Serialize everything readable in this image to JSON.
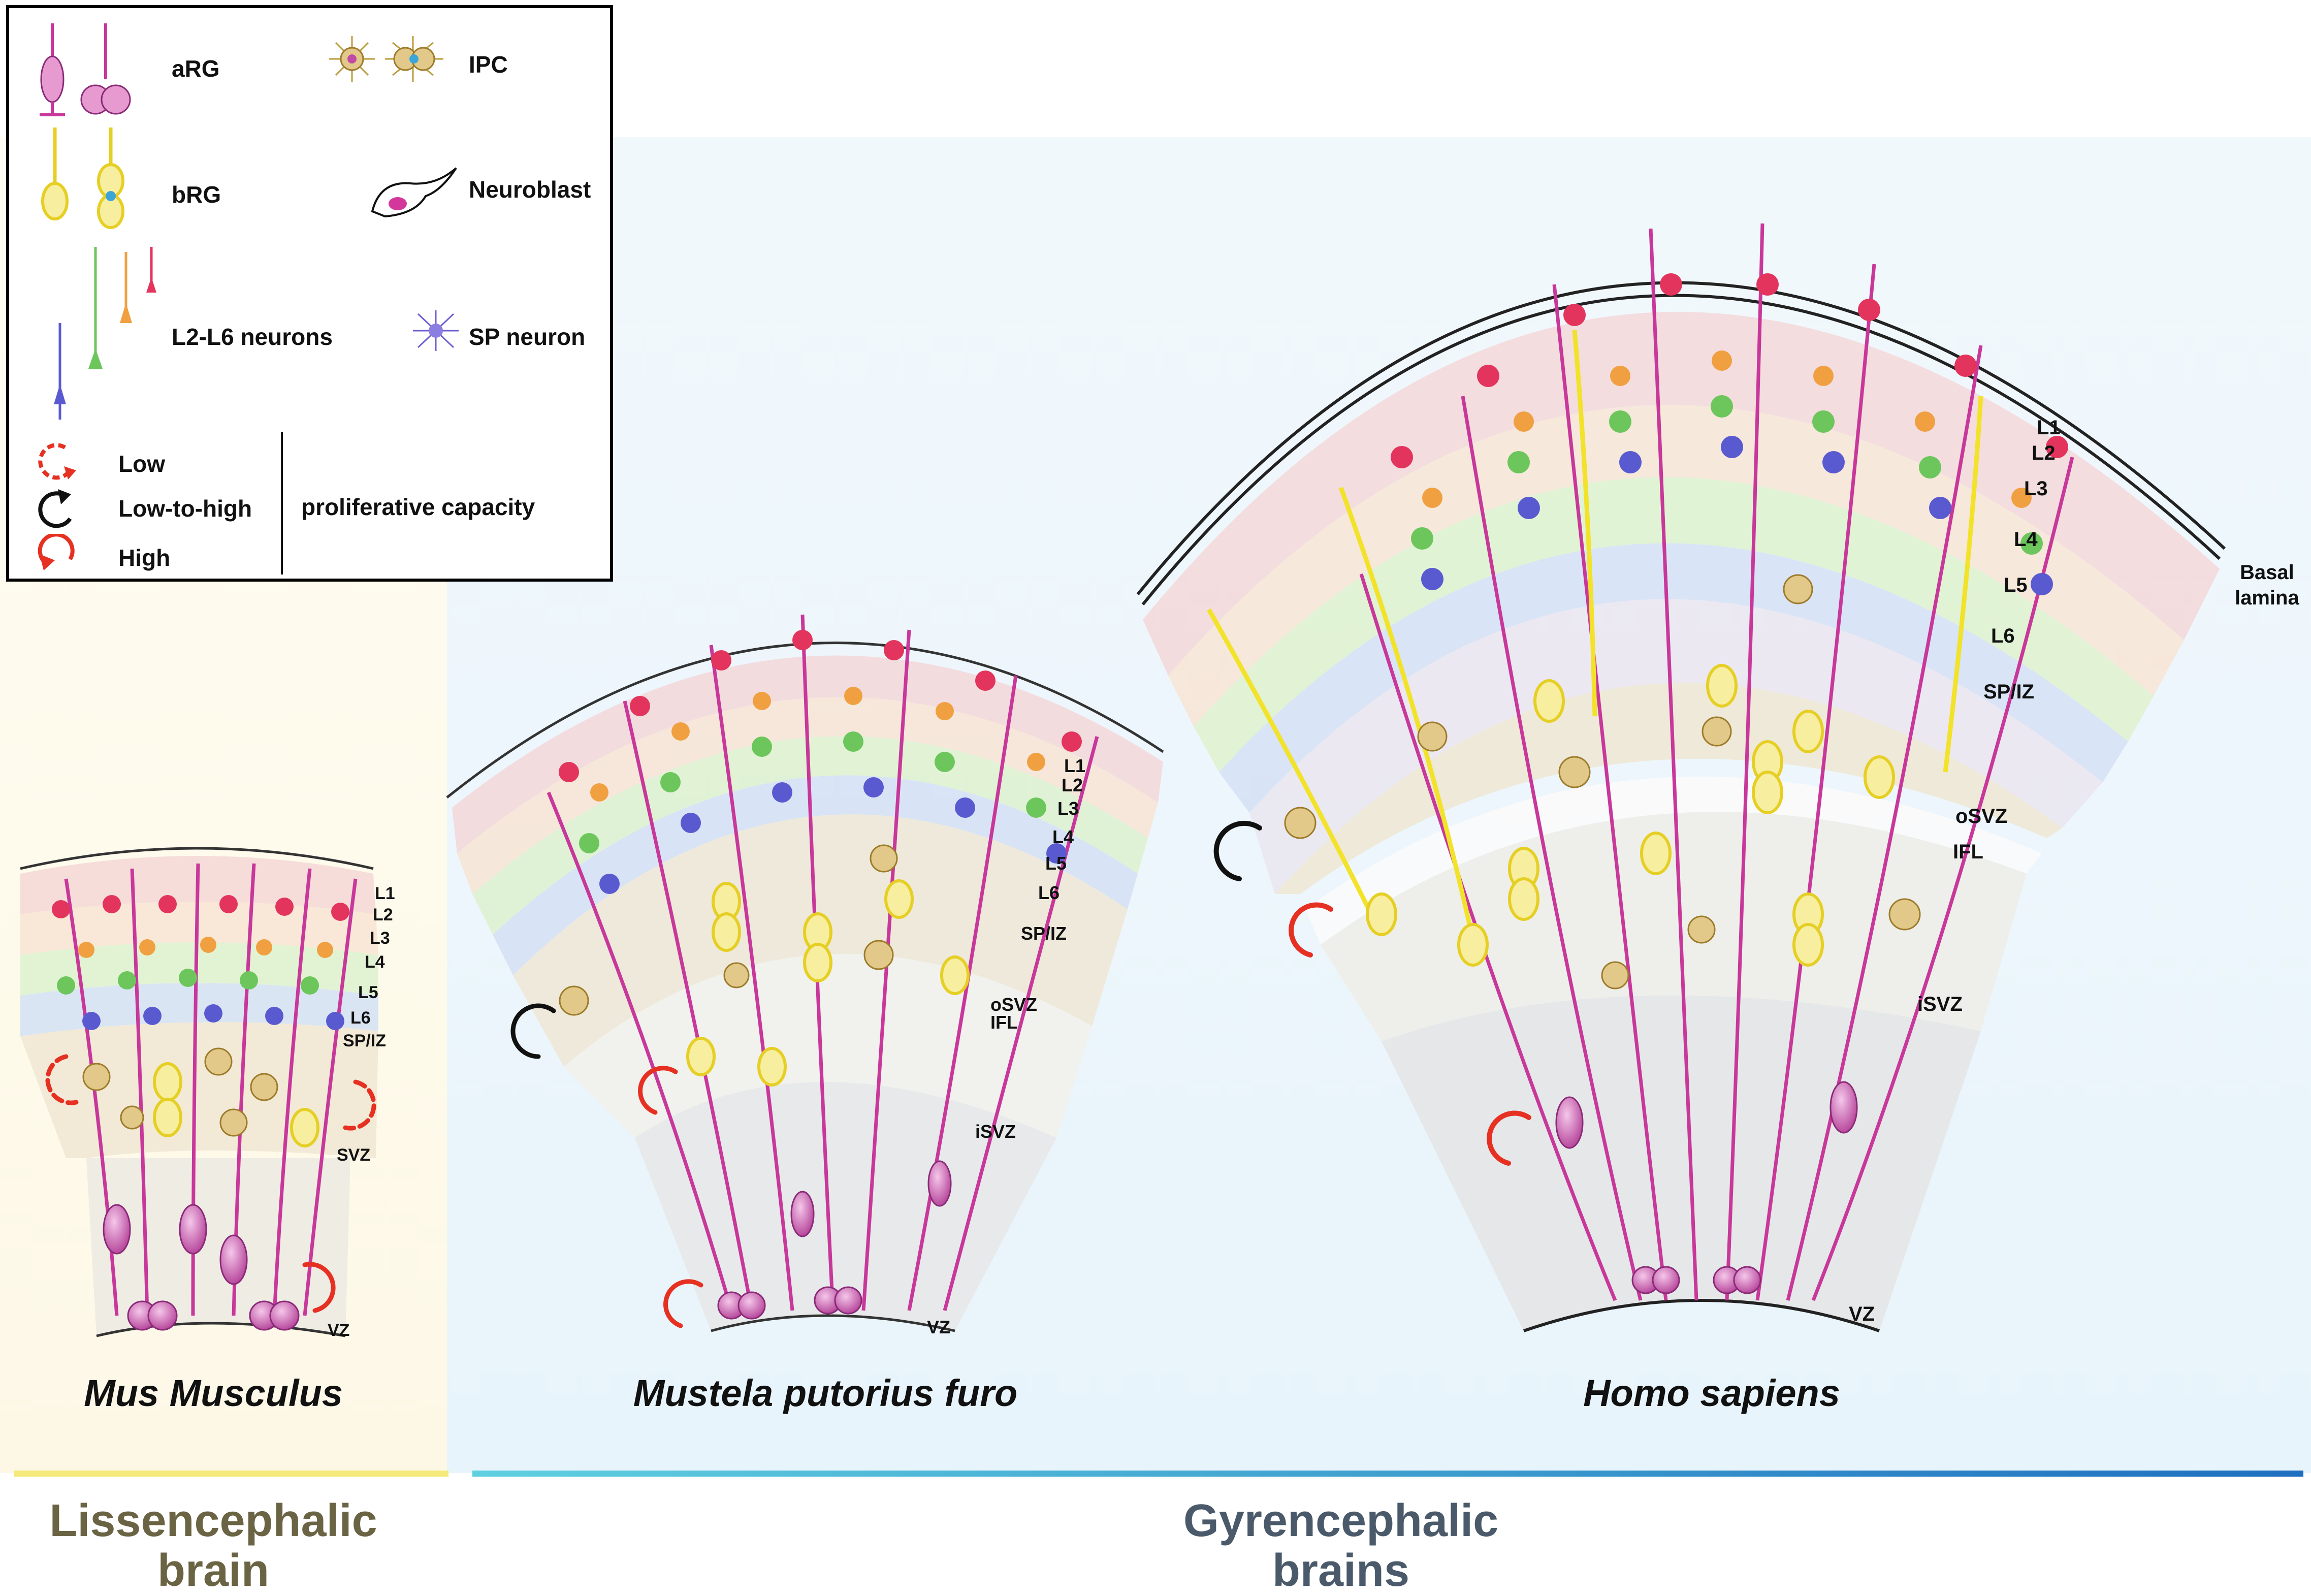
{
  "legend": {
    "items": [
      {
        "icon": "arg-cell-icon",
        "label": "aRG"
      },
      {
        "icon": "brg-cell-icon",
        "label": "bRG"
      },
      {
        "icon": "layer-neurons-icon",
        "label": "L2-L6 neurons"
      },
      {
        "icon": "ipc-cell-icon",
        "label": "IPC"
      },
      {
        "icon": "neuroblast-icon",
        "label": "Neuroblast"
      },
      {
        "icon": "sp-neuron-icon",
        "label": "SP neuron"
      }
    ],
    "capacity": [
      {
        "icon": "low-arrow-icon",
        "label": "Low"
      },
      {
        "icon": "low-to-high-arrow-icon",
        "label": "Low-to-high"
      },
      {
        "icon": "high-arrow-icon",
        "label": "High"
      }
    ],
    "capacity_title": "proliferative capacity"
  },
  "mouse": {
    "layers": [
      "L1",
      "L2",
      "L3",
      "L4",
      "L5",
      "L6",
      "SP/IZ",
      "SVZ",
      "VZ"
    ],
    "species": "Mus Musculus"
  },
  "ferret": {
    "layers": [
      "L1",
      "L2",
      "L3",
      "L4",
      "L5",
      "L6",
      "SP/IZ",
      "oSVZ",
      "IFL",
      "iSVZ",
      "VZ"
    ],
    "species": "Mustela putorius furo"
  },
  "human": {
    "layers": [
      "L1",
      "L2",
      "L3",
      "L4",
      "L5",
      "L6",
      "SP/IZ",
      "oSVZ",
      "IFL",
      "iSVZ",
      "VZ"
    ],
    "basal_lamina": [
      "Basal",
      "lamina"
    ],
    "species": "Homo sapiens"
  },
  "groups": {
    "lissencephalic": [
      "Lissencephalic",
      "brain"
    ],
    "gyrencephalic": [
      "Gyrencephalic",
      "brains"
    ]
  },
  "colors": {
    "lissencephalic_text": "#6b6444",
    "gyrencephalic_text": "#4a5a6a",
    "lissencephalic_bar": "#f5e97a",
    "gyrencephalic_bar_start": "#5fd0e0",
    "gyrencephalic_bar_end": "#1f6fbf",
    "arg_cell": "#c8379a",
    "brg_cell": "#f2e229",
    "arrow_red": "#e53022",
    "arrow_black": "#111111"
  }
}
